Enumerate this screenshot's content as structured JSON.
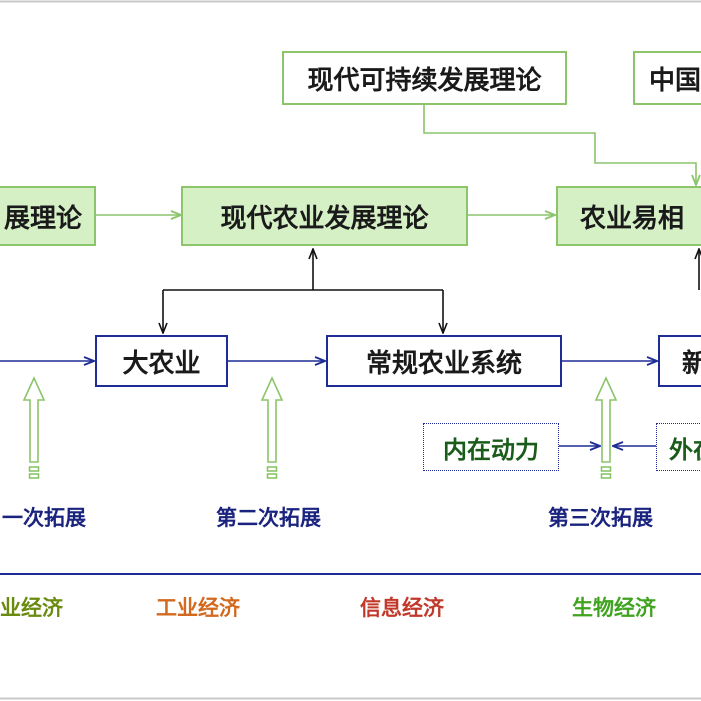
{
  "theories": {
    "modern_sustainable": "现代可持续发展理论",
    "china_partial": "中国",
    "development_partial": "展理论",
    "modern_agri_dev": "现代农业发展理论",
    "agri_easy_partial": "农业易相"
  },
  "systems": {
    "big_agriculture": "大农业",
    "conventional_system": "常规农业系统",
    "new_partial": "新"
  },
  "forces": {
    "internal": "内在动力",
    "external_partial": "外在"
  },
  "expansions": {
    "first_partial": "一次拓展",
    "second": "第二次拓展",
    "third": "第三次拓展"
  },
  "economies": {
    "agriculture_partial": "业经济",
    "industrial": "工业经济",
    "information": "信息经济",
    "biological": "生物经济"
  },
  "colors": {
    "theory_fill": "#d6f0c6",
    "theory_border": "#8bc46a",
    "system_border": "#1e2c96",
    "arrow_green": "#8bc46a",
    "agriculture_economy": "#6a8a10",
    "industrial_economy": "#d2691e",
    "information_economy": "#c0392b",
    "biological_economy": "#3fa31f"
  }
}
